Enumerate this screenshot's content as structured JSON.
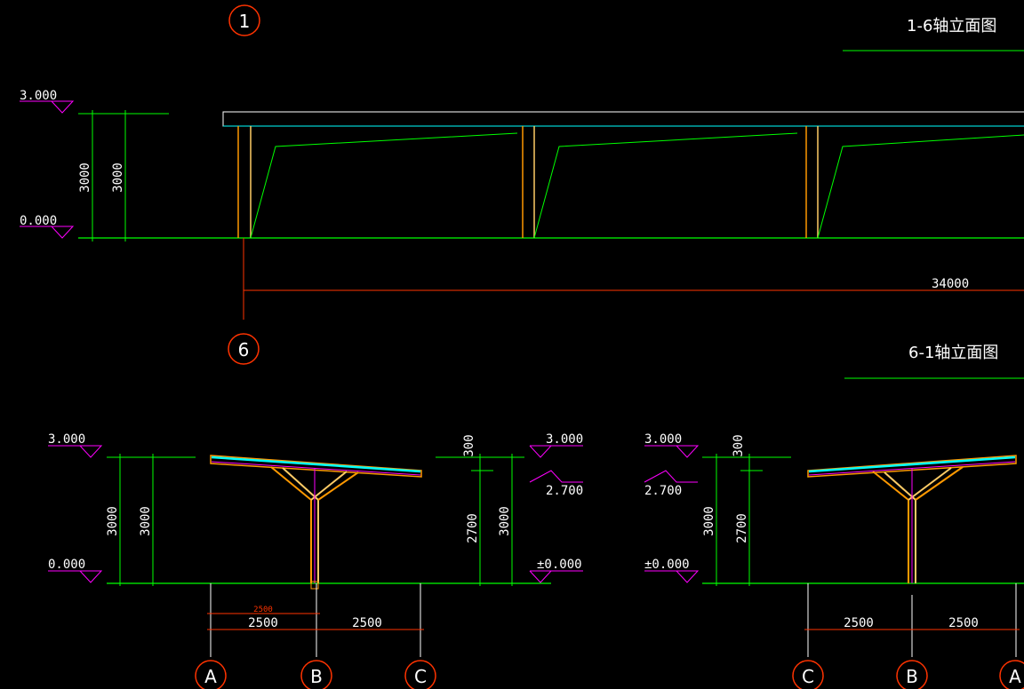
{
  "titles": {
    "top": "1-6轴立面图",
    "bottom": "6-1轴立面图"
  },
  "axes": {
    "a1": "1",
    "a6": "6",
    "left_row": [
      "A",
      "B",
      "C"
    ],
    "right_row": [
      "C",
      "B",
      "A"
    ]
  },
  "levels": {
    "top_upper": "3.000",
    "top_lower": "0.000",
    "left_upper": "3.000",
    "left_lower": "0.000",
    "mid_upper": "3.000",
    "mid_mid": "2.700",
    "mid_lower": "±0.000",
    "right_upper": "3.000",
    "right_mid": "2.700",
    "right_lower": "±0.000"
  },
  "dims": {
    "top_h1": "3000",
    "top_h2": "3000",
    "top_length": "34000",
    "left_h1": "3000",
    "left_h2": "3000",
    "mid_300": "300",
    "mid_2700": "2700",
    "mid_3000": "3000",
    "right_h": "3000",
    "right_300": "300",
    "right_2700": "2700",
    "left_span_small": "2500",
    "left_span1": "2500",
    "left_span2": "2500",
    "right_span1": "2500",
    "right_span2": "2500"
  },
  "colors": {
    "background": "#000000",
    "ground": "#00ff00",
    "column": "#ff9900",
    "roof": "#00ffff",
    "axis_circle": "#ff3300",
    "level_marker": "#ff00ff",
    "text": "#ffffff"
  }
}
